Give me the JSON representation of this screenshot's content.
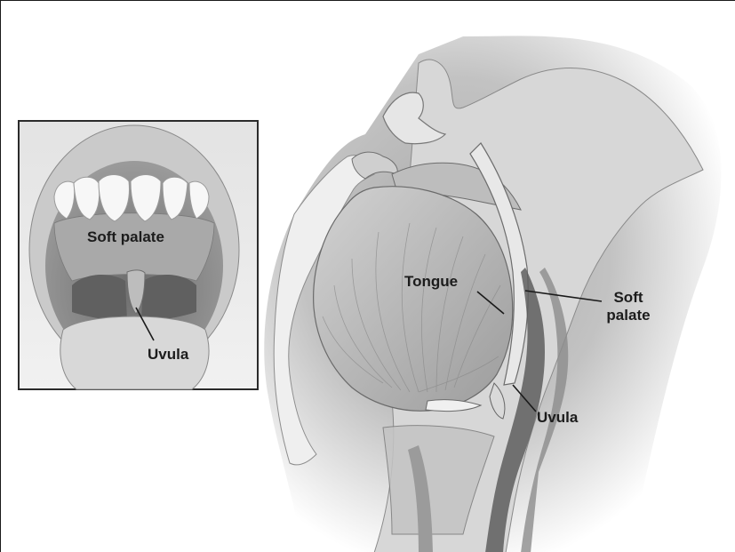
{
  "figure": {
    "inset_labels": {
      "soft_palate": "Soft palate",
      "uvula": "Uvula"
    },
    "main_labels": {
      "tongue": "Tongue",
      "soft_palate_line1": "Soft",
      "soft_palate_line2": "palate",
      "uvula": "Uvula"
    }
  }
}
